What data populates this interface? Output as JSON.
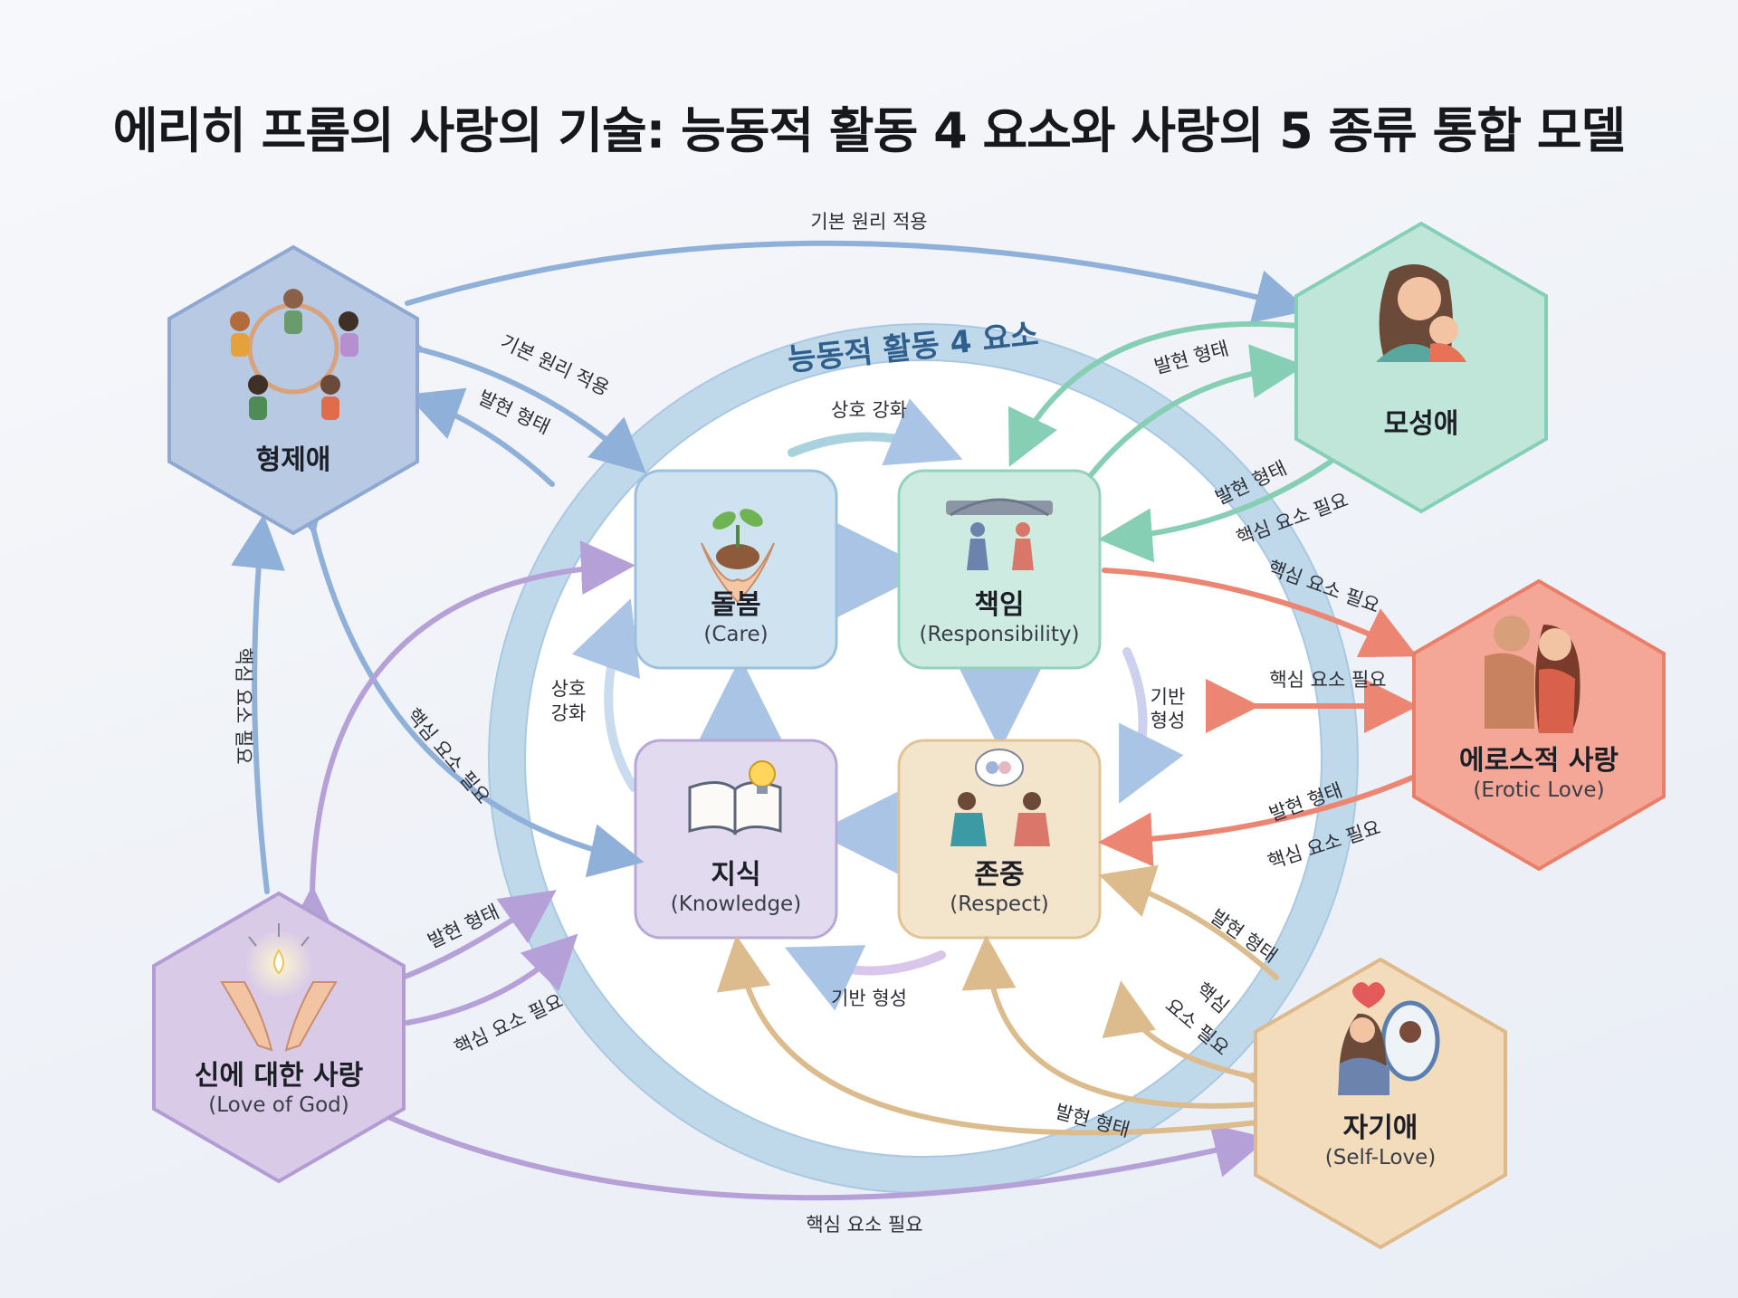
{
  "title": "에리히 프롬의 사랑의 기술: 능동적 활동 4 요소와 사랑의 5 종류 통합 모델",
  "ring_title": "능동적 활동 4 요소",
  "elements": {
    "care": {
      "ko": "돌봄",
      "en": "(Care)",
      "color": "#cfe2f0",
      "border": "#9cc1df",
      "icon": "sprout-in-hands-icon"
    },
    "responsibility": {
      "ko": "책임",
      "en": "(Responsibility)",
      "color": "#cdebe0",
      "border": "#93d3bc",
      "icon": "people-holding-bridge-icon"
    },
    "knowledge": {
      "ko": "지식",
      "en": "(Knowledge)",
      "color": "#e2dbef",
      "border": "#b8a8d8",
      "icon": "book-lightbulb-icon"
    },
    "respect": {
      "ko": "존중",
      "en": "(Respect)",
      "color": "#f3e4cc",
      "border": "#e2c493",
      "icon": "people-bowing-icon"
    }
  },
  "loves": {
    "brotherly": {
      "ko": "형제애",
      "color": "#b8c9e4",
      "border": "#8ea8d3",
      "icon": "circle-of-people-icon"
    },
    "motherly": {
      "ko": "모성애",
      "color": "#bfe6d9",
      "border": "#86cfb7",
      "icon": "mother-child-icon"
    },
    "erotic": {
      "ko": "에로스적 사랑",
      "en": "(Erotic Love)",
      "color": "#f4a796",
      "border": "#ea7f69",
      "icon": "couple-embrace-icon"
    },
    "self": {
      "ko": "자기애",
      "en": "(Self-Love)",
      "color": "#f2dcbc",
      "border": "#dfb98a",
      "icon": "mirror-heart-icon"
    },
    "god": {
      "ko": "신에 대한 사랑",
      "en": "(Love of God)",
      "color": "#d9cbe8",
      "border": "#b39bd3",
      "icon": "hands-light-icon"
    }
  },
  "labels": {
    "basic_principle": "기본 원리 적용",
    "manifest": "발현 형태",
    "core_need": "핵심 요소 필요",
    "core_need_vertical": "핵심 요소 필요",
    "mutual": "상호 강화",
    "mutual_a": "상호",
    "mutual_b": "강화",
    "foundation": "기반 형성",
    "foundation_a": "기반",
    "foundation_b": "형성",
    "core_a": "핵심",
    "core_b": "요소 필요"
  },
  "colors": {
    "blue": "#8fb0d8",
    "teal": "#86cfb4",
    "coral": "#ec8672",
    "purple": "#b6a0d8",
    "tan": "#dcbc8d",
    "ring": "#bfd8ea"
  }
}
